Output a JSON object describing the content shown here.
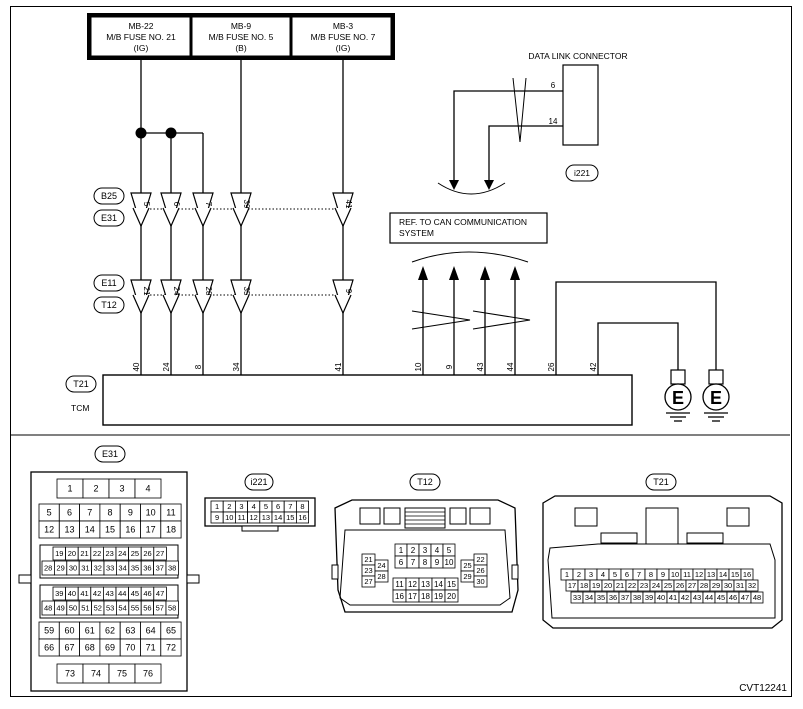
{
  "fuses": [
    {
      "id": "MB-22",
      "name": "M/B FUSE NO. 21",
      "supply": "(IG)"
    },
    {
      "id": "MB-9",
      "name": "M/B FUSE NO. 5",
      "supply": "(B)"
    },
    {
      "id": "MB-3",
      "name": "M/B FUSE NO. 7",
      "supply": "(IG)"
    }
  ],
  "dlc": {
    "title": "DATA LINK CONNECTOR",
    "pins": [
      "6",
      "14"
    ],
    "code": "i221"
  },
  "can_ref": {
    "line1": "REF. TO CAN COMMUNICATION",
    "line2": "SYSTEM"
  },
  "connectors": {
    "b25": {
      "label": "B25",
      "pins": [
        "5",
        "6",
        "7",
        "39",
        "41"
      ]
    },
    "e31": {
      "label": "E31"
    },
    "e11": {
      "label": "E11",
      "pins": [
        "21",
        "24",
        "28",
        "35",
        "9"
      ]
    },
    "t12": {
      "label": "T12"
    }
  },
  "tcm": {
    "code": "T21",
    "name": "TCM",
    "pins": [
      "40",
      "24",
      "8",
      "34",
      "41",
      "10",
      "9",
      "43",
      "44",
      "26",
      "42"
    ]
  },
  "ground_symbol": "E",
  "diagram_code": "CVT12241",
  "views": {
    "e31": {
      "title": "E31",
      "row1": [
        "1",
        "2",
        "3",
        "4"
      ],
      "row2": [
        "5",
        "6",
        "7",
        "8",
        "9",
        "10",
        "11"
      ],
      "row3": [
        "12",
        "13",
        "14",
        "15",
        "16",
        "17",
        "18"
      ],
      "row4": [
        "19",
        "20",
        "21",
        "22",
        "23",
        "24",
        "25",
        "26",
        "27"
      ],
      "row5": [
        "28",
        "29",
        "30",
        "31",
        "32",
        "33",
        "34",
        "35",
        "36",
        "37",
        "38"
      ],
      "row6": [
        "39",
        "40",
        "41",
        "42",
        "43",
        "44",
        "45",
        "46",
        "47"
      ],
      "row7": [
        "48",
        "49",
        "50",
        "51",
        "52",
        "53",
        "54",
        "55",
        "56",
        "57",
        "58"
      ],
      "row8": [
        "59",
        "60",
        "61",
        "62",
        "63",
        "64",
        "65"
      ],
      "row9": [
        "66",
        "67",
        "68",
        "69",
        "70",
        "71",
        "72"
      ],
      "row10": [
        "73",
        "74",
        "75",
        "76"
      ]
    },
    "i221": {
      "title": "i221",
      "row1": [
        "1",
        "2",
        "3",
        "4",
        "5",
        "6",
        "7",
        "8"
      ],
      "row2": [
        "9",
        "10",
        "11",
        "12",
        "13",
        "14",
        "15",
        "16"
      ]
    },
    "t12": {
      "title": "T12",
      "top1": [
        "1",
        "2",
        "3",
        "4",
        "5"
      ],
      "top2": [
        "6",
        "7",
        "8",
        "9",
        "10"
      ],
      "left1": [
        "21",
        "23",
        "27"
      ],
      "left2": [
        "24",
        "28"
      ],
      "right1": [
        "25",
        "29"
      ],
      "right2": [
        "22",
        "26",
        "30"
      ],
      "bot1": [
        "11",
        "12",
        "13",
        "14",
        "15"
      ],
      "bot2": [
        "16",
        "17",
        "18",
        "19",
        "20"
      ]
    },
    "t21": {
      "title": "T21",
      "row1": [
        "1",
        "2",
        "3",
        "4",
        "5",
        "6",
        "7",
        "8",
        "9",
        "10",
        "11",
        "12",
        "13",
        "14",
        "15",
        "16"
      ],
      "row2": [
        "17",
        "18",
        "19",
        "20",
        "21",
        "22",
        "23",
        "24",
        "25",
        "26",
        "27",
        "28",
        "29",
        "30",
        "31",
        "32"
      ],
      "row3": [
        "33",
        "34",
        "35",
        "36",
        "37",
        "38",
        "39",
        "40",
        "41",
        "42",
        "43",
        "44",
        "45",
        "46",
        "47",
        "48"
      ]
    }
  }
}
